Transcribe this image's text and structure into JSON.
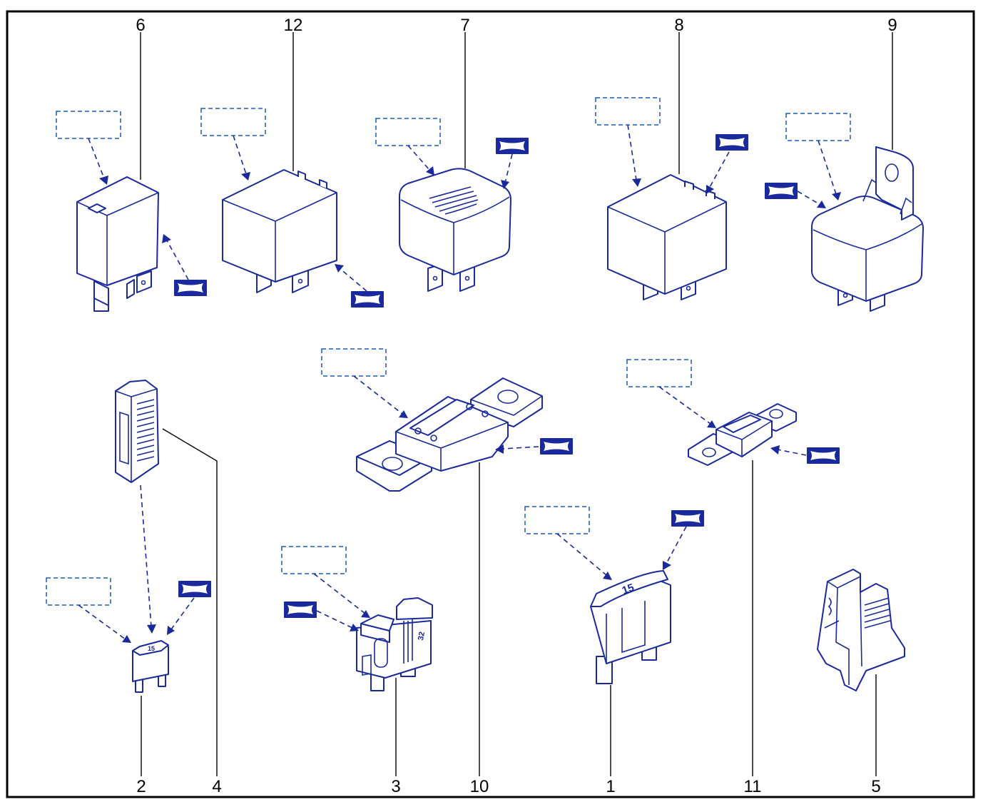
{
  "colors": {
    "line": "#1a2a9c",
    "frame": "#000000",
    "dashed_box": "#1a5ab8"
  },
  "labels": {
    "l6": "6",
    "l12": "12",
    "l7": "7",
    "l8": "8",
    "l9": "9",
    "l2": "2",
    "l4": "4",
    "l3": "3",
    "l10": "10",
    "l1": "1",
    "l11": "11",
    "l5": "5"
  },
  "fuse_values": {
    "maxi": "15",
    "atc": "32",
    "mini": "15"
  },
  "icons": [
    "relay",
    "fuse",
    "fuse-puller",
    "fuse-clip",
    "reference-symbol"
  ]
}
